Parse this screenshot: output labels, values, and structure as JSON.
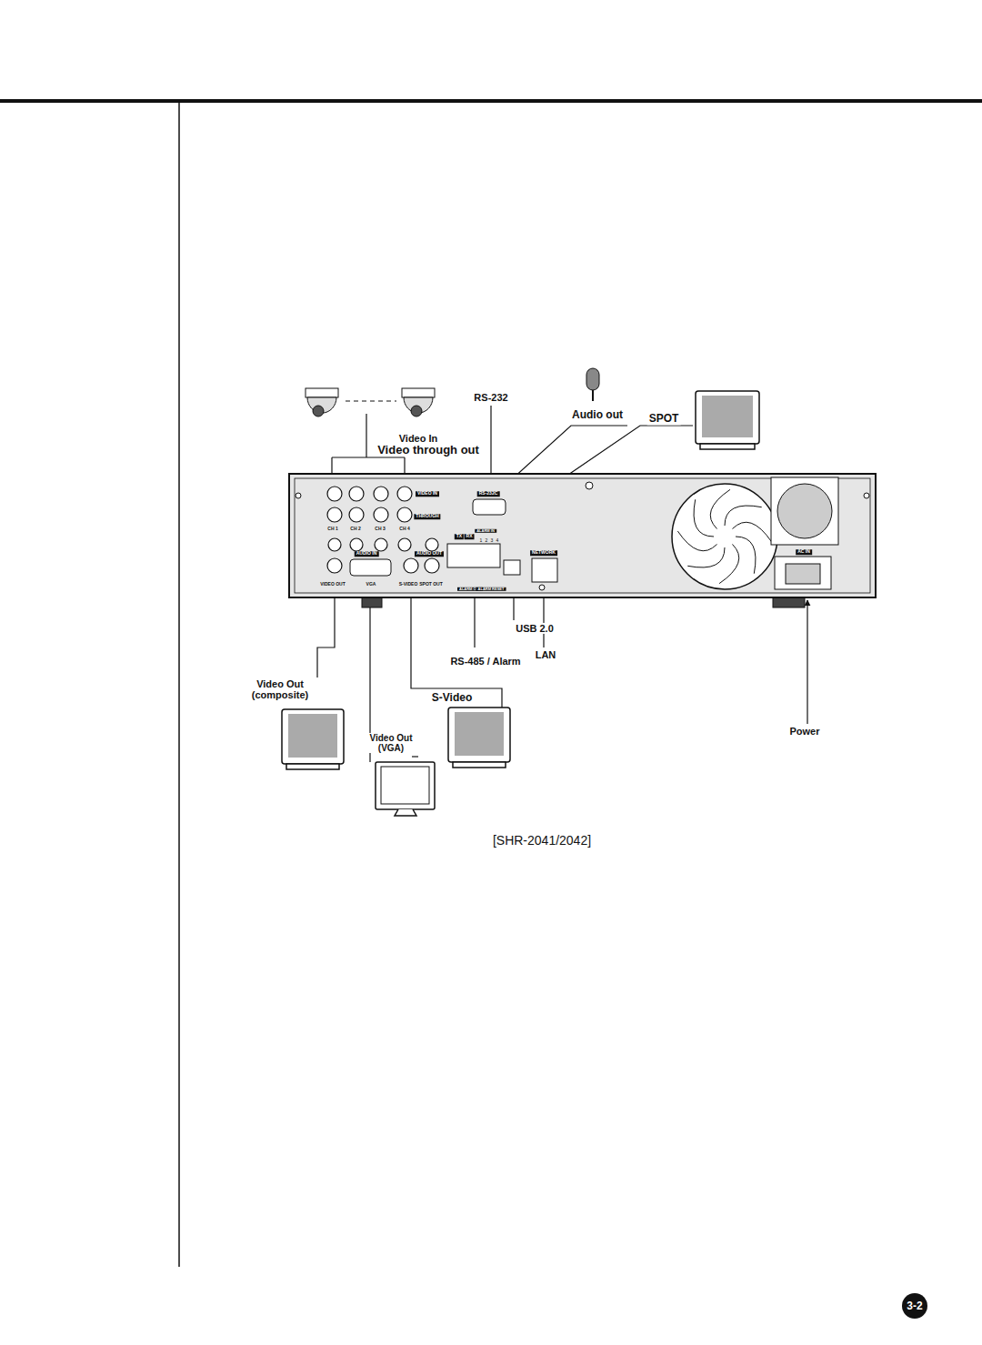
{
  "diagram": {
    "caption": "[SHR-2041/2042]",
    "nodes": [
      {
        "text": [
          "3-2"
        ]
      }
    ],
    "labels": [
      "RS-232",
      "Audio out",
      "SPOT",
      "Video In",
      "Video through out",
      "USB 2.0",
      "RS-485 / Alarm",
      "LAN",
      "Video Out (composite)",
      "S-Video",
      "Video Out (VGA)",
      "Power",
      "VIDEO IN",
      "THROUGH",
      "RS-232C",
      "CH 1",
      "CH 2",
      "CH 3",
      "CH 4",
      "AUDIO IN",
      "AUDIO OUT",
      "TX",
      "RX",
      "ALARM IN",
      "1",
      "2",
      "3",
      "4",
      "NETWORK",
      "AC IN",
      "VIDEO OUT",
      "VGA",
      "S-VIDEO",
      "SPOT OUT",
      "ALARM OUT",
      "ALARM RESET"
    ]
  }
}
